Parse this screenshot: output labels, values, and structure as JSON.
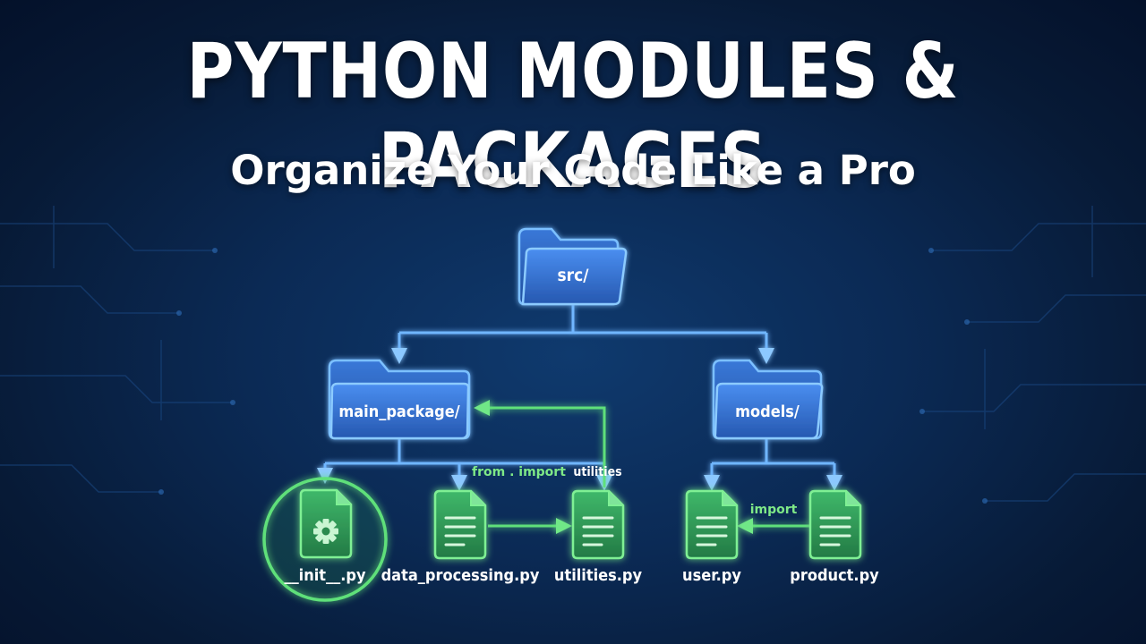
{
  "title": "PYTHON MODULES & PACKAGES",
  "subtitle": "Organize Your Code Like a Pro",
  "folders": {
    "src": "src/",
    "main_package": "main_package/",
    "models": "models/"
  },
  "files": {
    "init": "__init__.py",
    "data_processing": "data_processing.py",
    "utilities": "utilities.py",
    "user": "user.py",
    "product": "product.py"
  },
  "annotations": {
    "from_import_prefix": "from . import",
    "from_import_module": "utilities",
    "import": "import"
  },
  "icons": [
    "folder-icon",
    "file-icon",
    "gear-icon"
  ],
  "colors": {
    "background": "#0b2a55",
    "folder": "#2f6fd0",
    "connector_blue": "#6fb6ff",
    "connector_green": "#5fe07a",
    "file": "#2e9a58",
    "text": "#ffffff"
  }
}
